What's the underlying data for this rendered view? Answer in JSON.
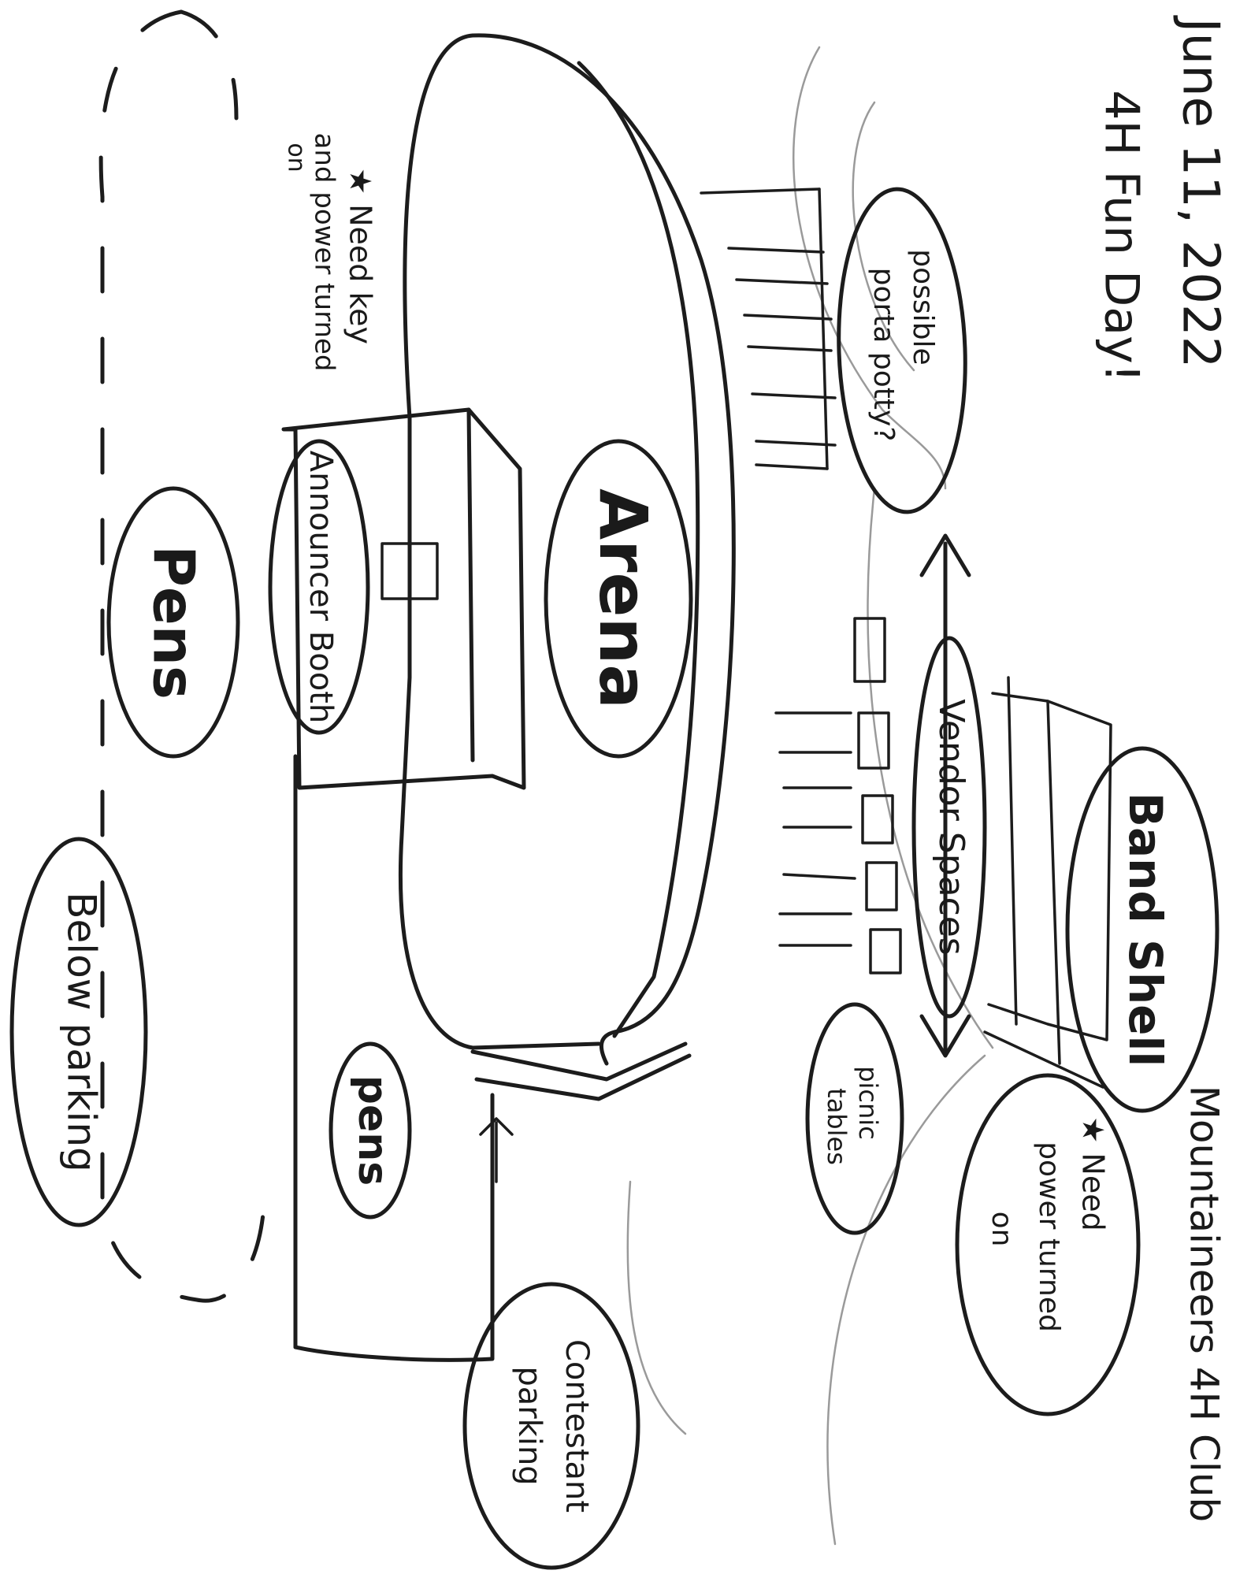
{
  "title": {
    "date": "June 11, 2022",
    "event": "4H Fun Day!"
  },
  "club": "Mountaineers 4H Club",
  "labels": {
    "possible_porta_potty": [
      "possible",
      "porta potty?"
    ],
    "arena": "Arena",
    "announcer_booth": "Announcer Booth",
    "pens_upper": "Pens",
    "pens_lower": "pens",
    "need_key": [
      "★ Need key",
      "and power turned",
      "on"
    ],
    "vendor_spaces": "Vendor Spaces",
    "band_shell": "Band Shell",
    "picnic_tables": [
      "picnic",
      "tables"
    ],
    "need_power": [
      "★ Need",
      "power turned",
      "on"
    ],
    "below_parking": "Below parking",
    "contestant_parking": [
      "Contestant",
      "parking"
    ]
  }
}
